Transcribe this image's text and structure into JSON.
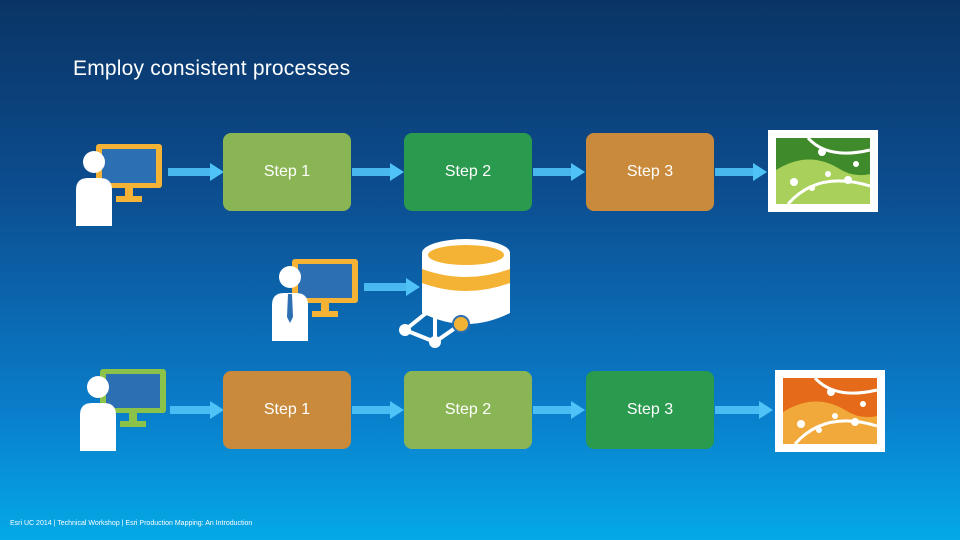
{
  "title": "Employ consistent processes",
  "row1": {
    "steps": [
      "Step 1",
      "Step 2",
      "Step 3"
    ],
    "colors": [
      "#8ab554",
      "#2a9a4e",
      "#c98a3c"
    ]
  },
  "row2": {
    "steps": [
      "Step 1",
      "Step 2",
      "Step 3"
    ],
    "colors": [
      "#c98a3c",
      "#8ab554",
      "#2a9a4e"
    ]
  },
  "footer": "Esri UC 2014 | Technical Workshop | Esri Production Mapping: An Introduction",
  "icons": {
    "user1": "user-at-monitor-icon",
    "user2": "user-with-tie-at-monitor-icon",
    "user3": "user-at-monitor-icon",
    "database": "database-icon",
    "network": "network-graph-icon",
    "map1": "map-icon",
    "map2": "map-icon"
  },
  "accent_colors": {
    "monitor_yellow": "#f5b335",
    "monitor_green": "#8bc34a",
    "arrow": "#4fc3f7"
  }
}
